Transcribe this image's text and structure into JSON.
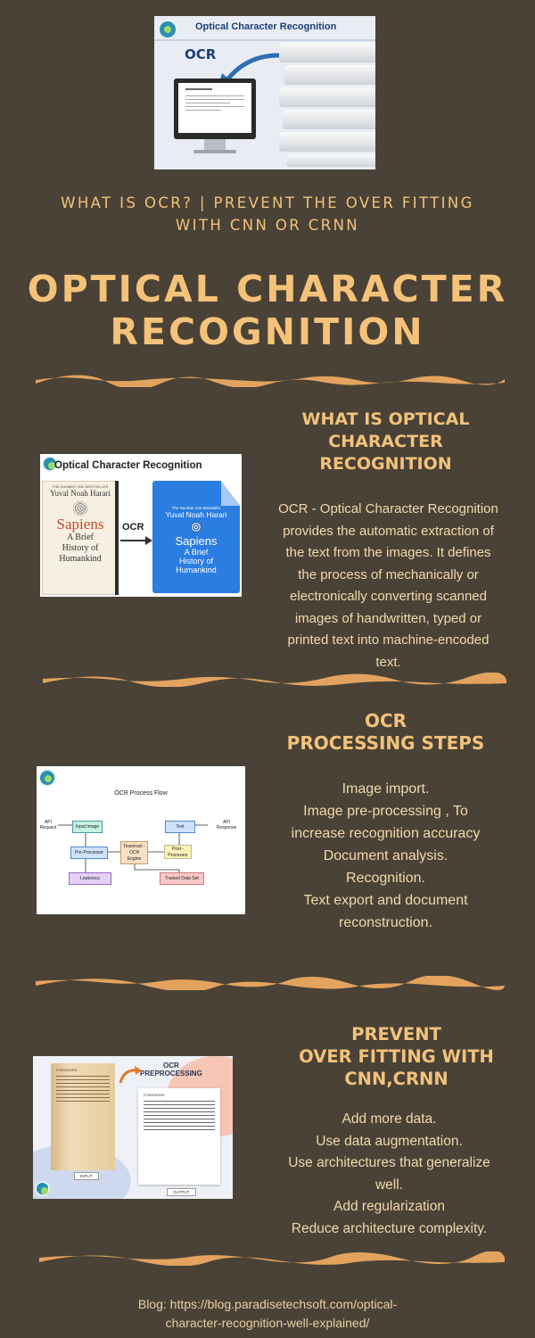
{
  "hero_image": {
    "title": "Optical Character Recognition",
    "ocr_label": "OCR"
  },
  "tagline": {
    "line1": "WHAT IS OCR? | PREVENT THE OVER FITTING",
    "line2": "WITH CNN OR CRNN"
  },
  "main_title": {
    "line1": "OPTICAL CHARACTER",
    "line2": "RECOGNITION"
  },
  "section1": {
    "heading_lines": [
      "WHAT IS OPTICAL",
      "CHARACTER",
      "RECOGNITION"
    ],
    "body_lines": [
      "OCR - Optical Character Recognition",
      "provides the automatic extraction of",
      "the text from the images. It defines",
      "the process of mechanically or",
      "electronically converting scanned",
      "images of handwritten, typed or",
      "printed text into machine-encoded",
      "text."
    ],
    "image": {
      "title": "Optical Character Recognition",
      "book_subtitle": "THE NUMBER ONE BESTSELLER",
      "book_author": "Yuval Noah Harari",
      "book_title": "Sapiens",
      "book_line1": "A Brief",
      "book_line2": "History of",
      "book_line3": "Humankind",
      "arrow_label": "OCR",
      "doc_subtitle": "The Number one Bestseller",
      "doc_author": "Yuval Noah Harari",
      "doc_title": "Sapiens",
      "doc_line1": "A Brief",
      "doc_line2": "History of",
      "doc_line3": "Humankind"
    }
  },
  "section2": {
    "heading_lines": [
      "OCR",
      "PROCESSING STEPS"
    ],
    "body_lines": [
      "Image import.",
      "Image pre-processing , To",
      "increase recognition accuracy",
      "Document analysis.",
      "Recognition.",
      "Text export and document",
      "reconstruction."
    ],
    "image": {
      "title": "OCR Process Flow",
      "api_request": [
        "API",
        "Request"
      ],
      "api_response": [
        "API",
        "Response"
      ],
      "input_image": "Input Image",
      "pre_processor": "Pre-Processor",
      "engine": [
        "Tesseract -",
        "OCR",
        "Engine"
      ],
      "text": "Text",
      "post_processor": [
        "Post -",
        "Processor"
      ],
      "leptonica": "Leptonica",
      "trained": "Trained Data Set"
    }
  },
  "section3": {
    "heading_lines": [
      "PREVENT",
      "OVER FITTING WITH",
      "CNN,CRNN"
    ],
    "body_lines": [
      "Add more data.",
      "Use data augmentation.",
      "Use architectures that generalize",
      "well.",
      "Add regularization",
      "Reduce architecture complexity."
    ],
    "image": {
      "title_lines": [
        "OCR",
        "PREPROCESSING"
      ],
      "left_heading": "FOREWORD",
      "right_heading": "FOREWORD",
      "input_label": "INPUT",
      "output_label": "OUTPUT"
    }
  },
  "blog": {
    "line1": "Blog: https://blog.paradisetechsoft.com/optical-",
    "line2": "character-recognition-well-explained/"
  },
  "colors": {
    "background": "#4a4236",
    "accent": "#f3c27b",
    "divider": "#e3a35e"
  }
}
